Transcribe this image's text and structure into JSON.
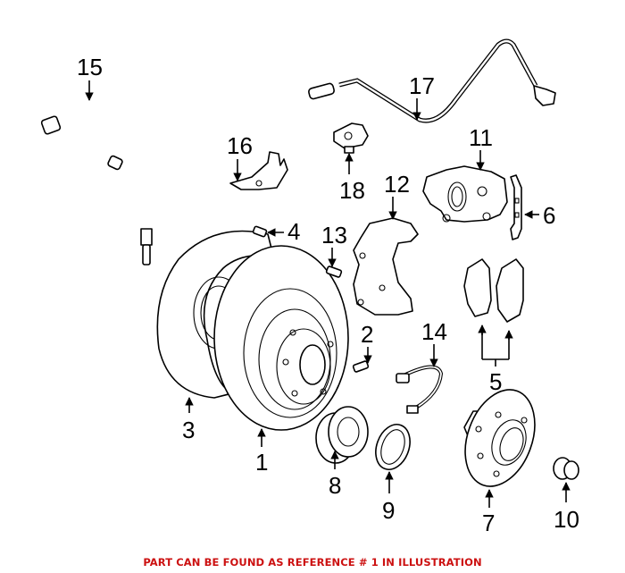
{
  "footer": {
    "note": "PART CAN BE FOUND AS REFERENCE # 1 IN ILLUSTRATION",
    "color": "#cc1111"
  },
  "callouts": {
    "c1": "1",
    "c2": "2",
    "c3": "3",
    "c4": "4",
    "c5": "5",
    "c6": "6",
    "c7": "7",
    "c8": "8",
    "c9": "9",
    "c10": "10",
    "c11": "11",
    "c12": "12",
    "c13": "13",
    "c14": "14",
    "c15": "15",
    "c16": "16",
    "c17": "17",
    "c18": "18"
  },
  "parts": [
    {
      "ref": "1",
      "name": "brake-rotor"
    },
    {
      "ref": "2",
      "name": "rotor-bolt"
    },
    {
      "ref": "3",
      "name": "splash-shield"
    },
    {
      "ref": "4",
      "name": "shield-bolt"
    },
    {
      "ref": "5",
      "name": "brake-pads"
    },
    {
      "ref": "6",
      "name": "caliper-clip"
    },
    {
      "ref": "7",
      "name": "wheel-hub"
    },
    {
      "ref": "8",
      "name": "wheel-bearing"
    },
    {
      "ref": "9",
      "name": "snap-ring"
    },
    {
      "ref": "10",
      "name": "axle-nut"
    },
    {
      "ref": "11",
      "name": "brake-caliper"
    },
    {
      "ref": "12",
      "name": "caliper-bracket"
    },
    {
      "ref": "13",
      "name": "bracket-bolt"
    },
    {
      "ref": "14",
      "name": "pad-wear-sensor"
    },
    {
      "ref": "15",
      "name": "brake-hose"
    },
    {
      "ref": "16",
      "name": "hose-bracket"
    },
    {
      "ref": "17",
      "name": "abs-sensor"
    },
    {
      "ref": "18",
      "name": "sensor-connector"
    }
  ]
}
